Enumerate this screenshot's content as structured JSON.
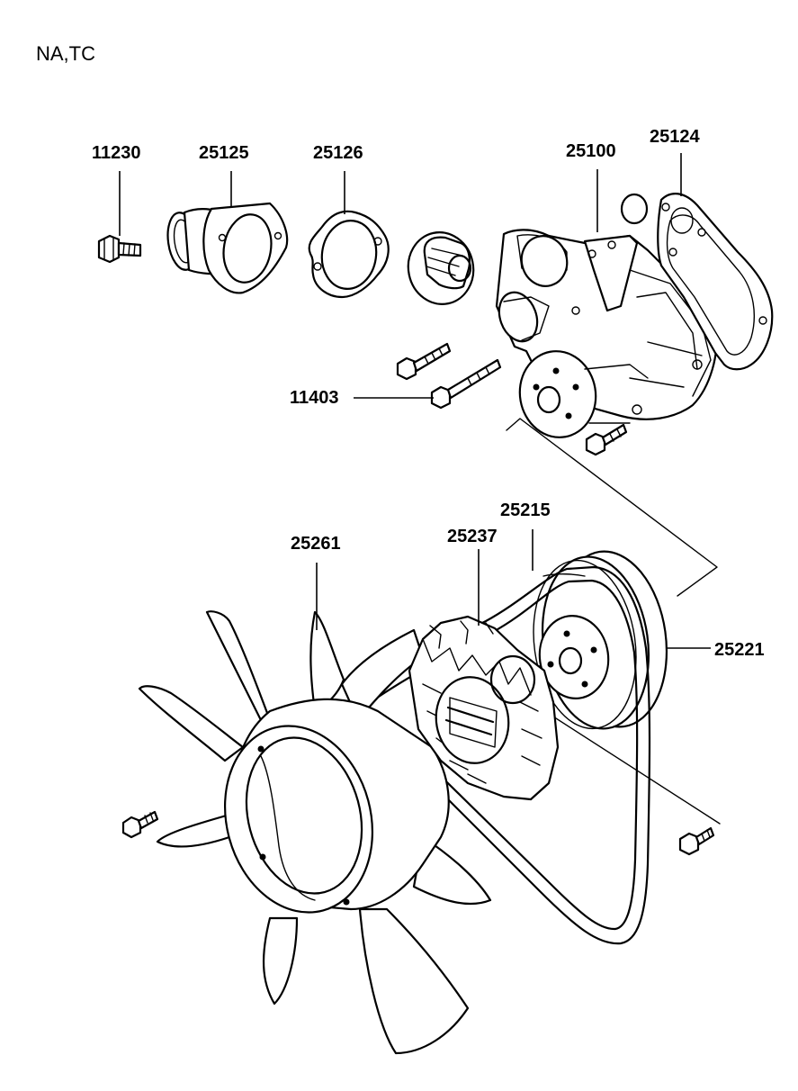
{
  "variant_label": "NA,TC",
  "parts": {
    "p11230": "11230",
    "p25125": "25125",
    "p25126": "25126",
    "p25100": "25100",
    "p25124": "25124",
    "p11403": "11403",
    "p25215": "25215",
    "p25237": "25237",
    "p25261": "25261",
    "p25221": "25221"
  }
}
